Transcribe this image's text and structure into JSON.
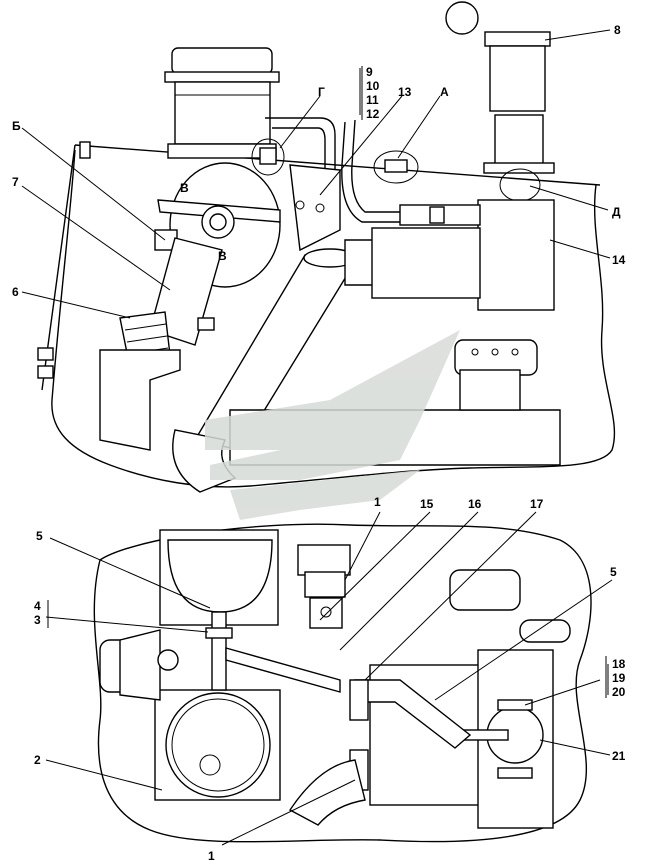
{
  "callouts": {
    "n1_top": "1",
    "n1_bottom": "1",
    "n2": "2",
    "n3": "3",
    "n4": "4",
    "n5_left": "5",
    "n5_right": "5",
    "n6": "6",
    "n7": "7",
    "n8": "8",
    "n9": "9",
    "n10": "10",
    "n11": "11",
    "n12": "12",
    "n13": "13",
    "n14": "14",
    "n15": "15",
    "n16": "16",
    "n17": "17",
    "n18": "18",
    "n19": "19",
    "n20": "20",
    "n21": "21",
    "A": "А",
    "B_cyr": "Б",
    "G": "Г",
    "D": "Д",
    "V_upper": "В",
    "V_lower": "В"
  },
  "colors": {
    "line": "#000000",
    "watermark": "#d7dbd7",
    "background": "#ffffff"
  }
}
